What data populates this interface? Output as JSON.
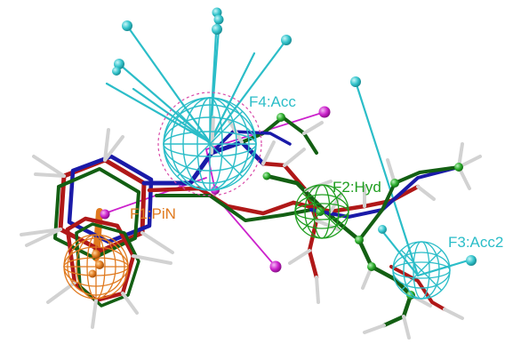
{
  "features": [
    {
      "id": "f1",
      "label": "F1:PiN",
      "type": "PiN",
      "color": "#e07a1f"
    },
    {
      "id": "f2",
      "label": "F2:Hyd",
      "type": "Hyd",
      "color": "#1f9e1f"
    },
    {
      "id": "f3",
      "label": "F3:Acc2",
      "type": "Acc2",
      "color": "#2bbdc8"
    },
    {
      "id": "f4",
      "label": "F4:Acc",
      "type": "Acc",
      "color": "#2bbdc8"
    }
  ],
  "colors": {
    "hydrophobic": "#1f9e1f",
    "acceptor": "#2bbdc8",
    "aromatic": "#e07a1f",
    "projection": "#cc22cc",
    "bond_red": "#b01818",
    "bond_blue": "#1a1aa8",
    "bond_green": "#135f13",
    "bond_white": "#d8d8d8"
  }
}
